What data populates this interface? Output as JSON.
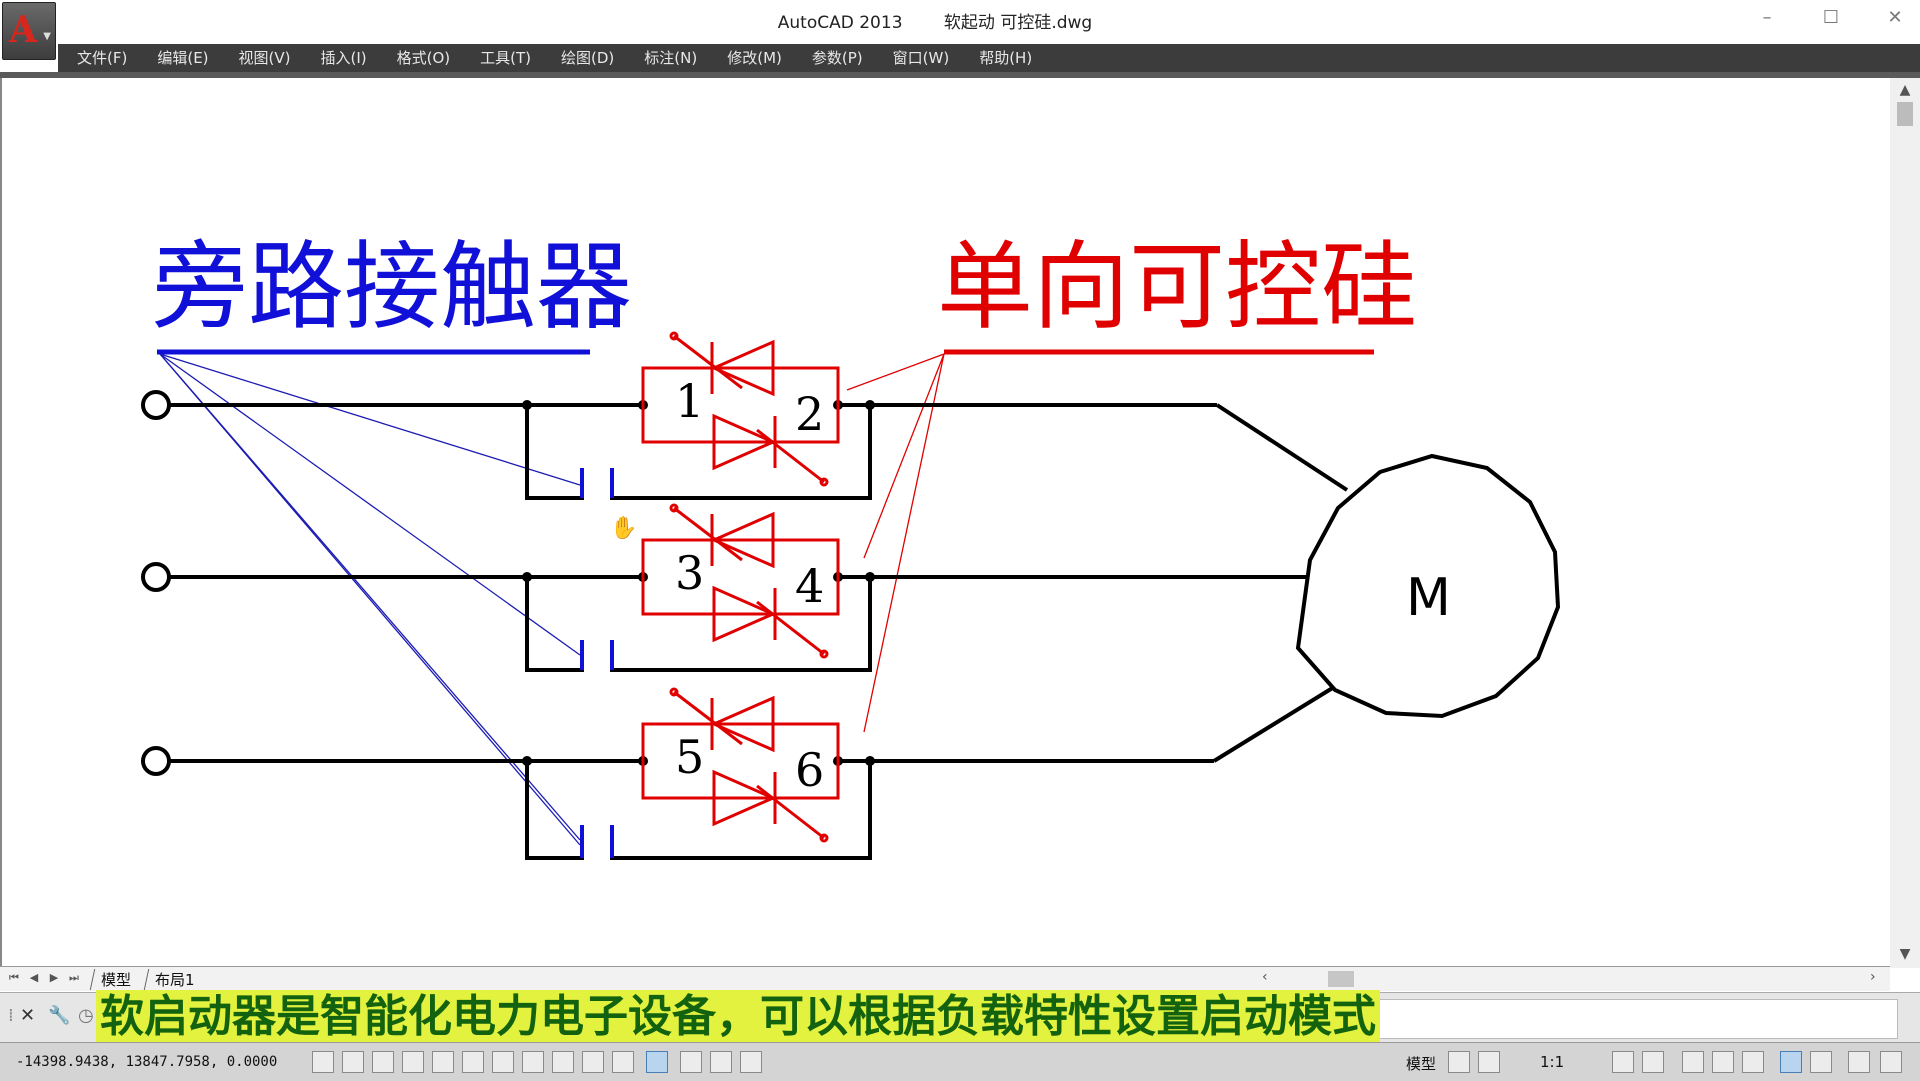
{
  "window": {
    "app_name": "AutoCAD 2013",
    "file_name": "软起动 可控硅.dwg",
    "app_button_logo": "A",
    "controls": {
      "minimize": "–",
      "maximize": "☐",
      "close": "✕"
    }
  },
  "menu": [
    "文件(F)",
    "编辑(E)",
    "视图(V)",
    "插入(I)",
    "格式(O)",
    "工具(T)",
    "绘图(D)",
    "标注(N)",
    "修改(M)",
    "参数(P)",
    "窗口(W)",
    "帮助(H)"
  ],
  "drawing": {
    "label_left": "旁路接触器",
    "label_right": "单向可控硅",
    "motor_label": "M",
    "scr_numbers": [
      "1",
      "2",
      "3",
      "4",
      "5",
      "6"
    ],
    "colors": {
      "left_label": "#1010d8",
      "right_label": "#e00000",
      "wire": "#000000",
      "scr": "#e00000",
      "leader_left": "#1c1cb4"
    }
  },
  "tabs": {
    "model": "模型",
    "layout1": "布局1"
  },
  "subtitle": "软启动器是智能化电力电子设备，可以根据负载特性设置启动模式",
  "status": {
    "coordinates": "-14398.9438, 13847.7958, 0.0000",
    "model_label": "模型",
    "scale": "1:1"
  }
}
